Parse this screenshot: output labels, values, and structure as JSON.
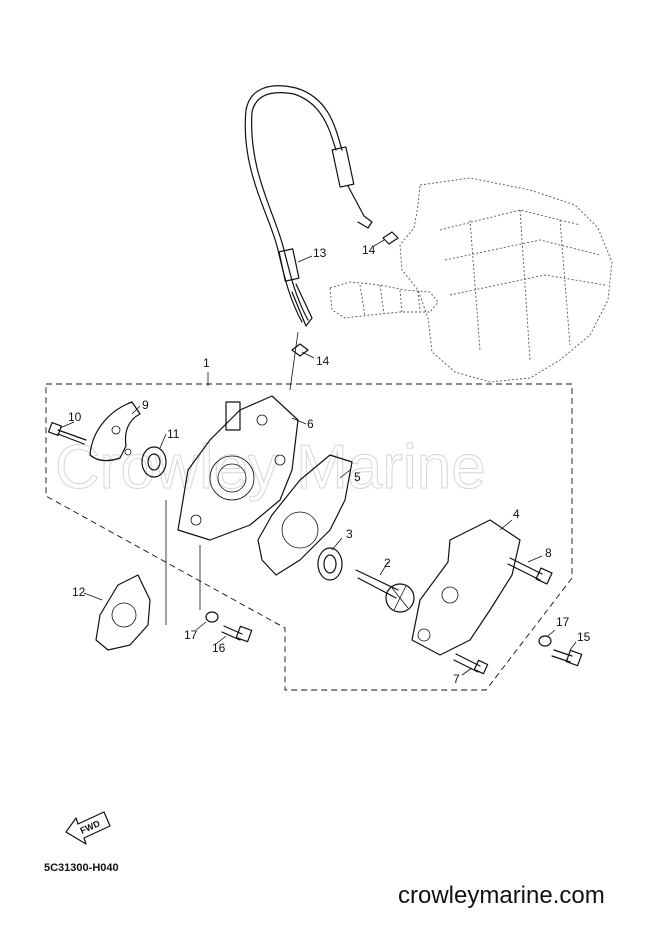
{
  "diagram": {
    "watermark": "Crowley Marine",
    "parts": [
      "1",
      "2",
      "3",
      "4",
      "5",
      "6",
      "7",
      "8",
      "9",
      "10",
      "11",
      "12",
      "13",
      "14",
      "14",
      "15",
      "16",
      "17",
      "17"
    ],
    "fwd_label": "FWD",
    "drawing_code": "5C31300-H040",
    "site": "crowleymarine.com"
  }
}
